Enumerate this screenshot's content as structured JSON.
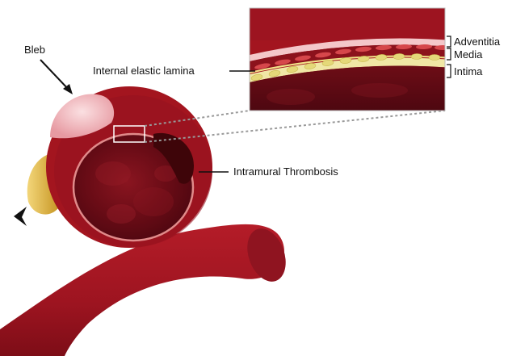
{
  "labels": {
    "bleb": "Bleb",
    "internal_elastic_lamina": "Internal elastic lamina",
    "intramural_thrombosis": "Intramural Thrombosis",
    "adventitia": "Adventitia",
    "media": "Media",
    "intima": "Intima"
  },
  "colors": {
    "vessel_wall": "#a3151f",
    "vessel_dark": "#7c0e17",
    "lumen": "#5e0a12",
    "lamina": "#e08a8a",
    "bleb": "#f2c2c6",
    "plaque": "#e0b33a",
    "intima_cells": "#f0e7a5",
    "adventitia_band": "#f4c7c9",
    "media_cells": "#d6474b"
  }
}
